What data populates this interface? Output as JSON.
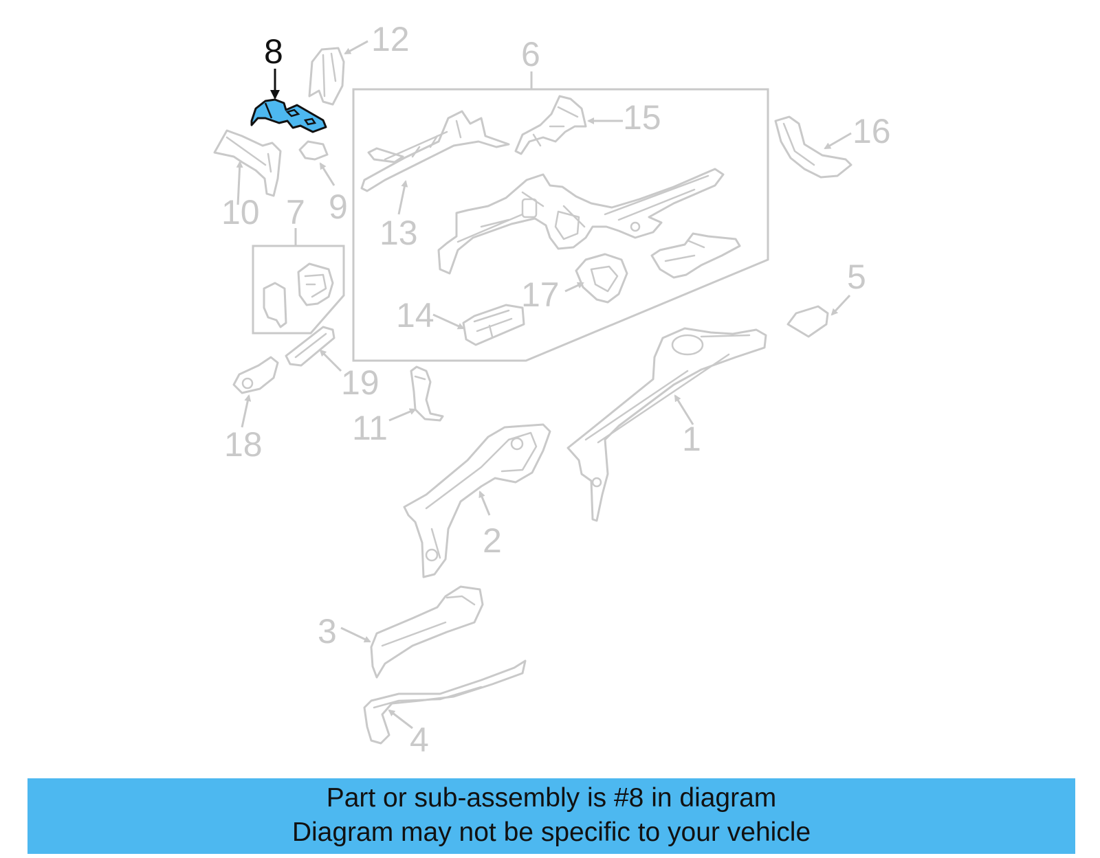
{
  "callouts": {
    "c1": "1",
    "c2": "2",
    "c3": "3",
    "c4": "4",
    "c5": "5",
    "c6": "6",
    "c7": "7",
    "c8": "8",
    "c9": "9",
    "c10": "10",
    "c11": "11",
    "c12": "12",
    "c13": "13",
    "c14": "14",
    "c15": "15",
    "c16": "16",
    "c17": "17",
    "c18": "18",
    "c19": "19"
  },
  "highlight_part": "8",
  "colors": {
    "highlight": "#4db8f0",
    "inactive_line": "#c9c9c9",
    "active_line": "#111111"
  },
  "banner": {
    "line1": "Part or sub-assembly is #8 in diagram",
    "line2": "Diagram may not be specific to your vehicle"
  }
}
